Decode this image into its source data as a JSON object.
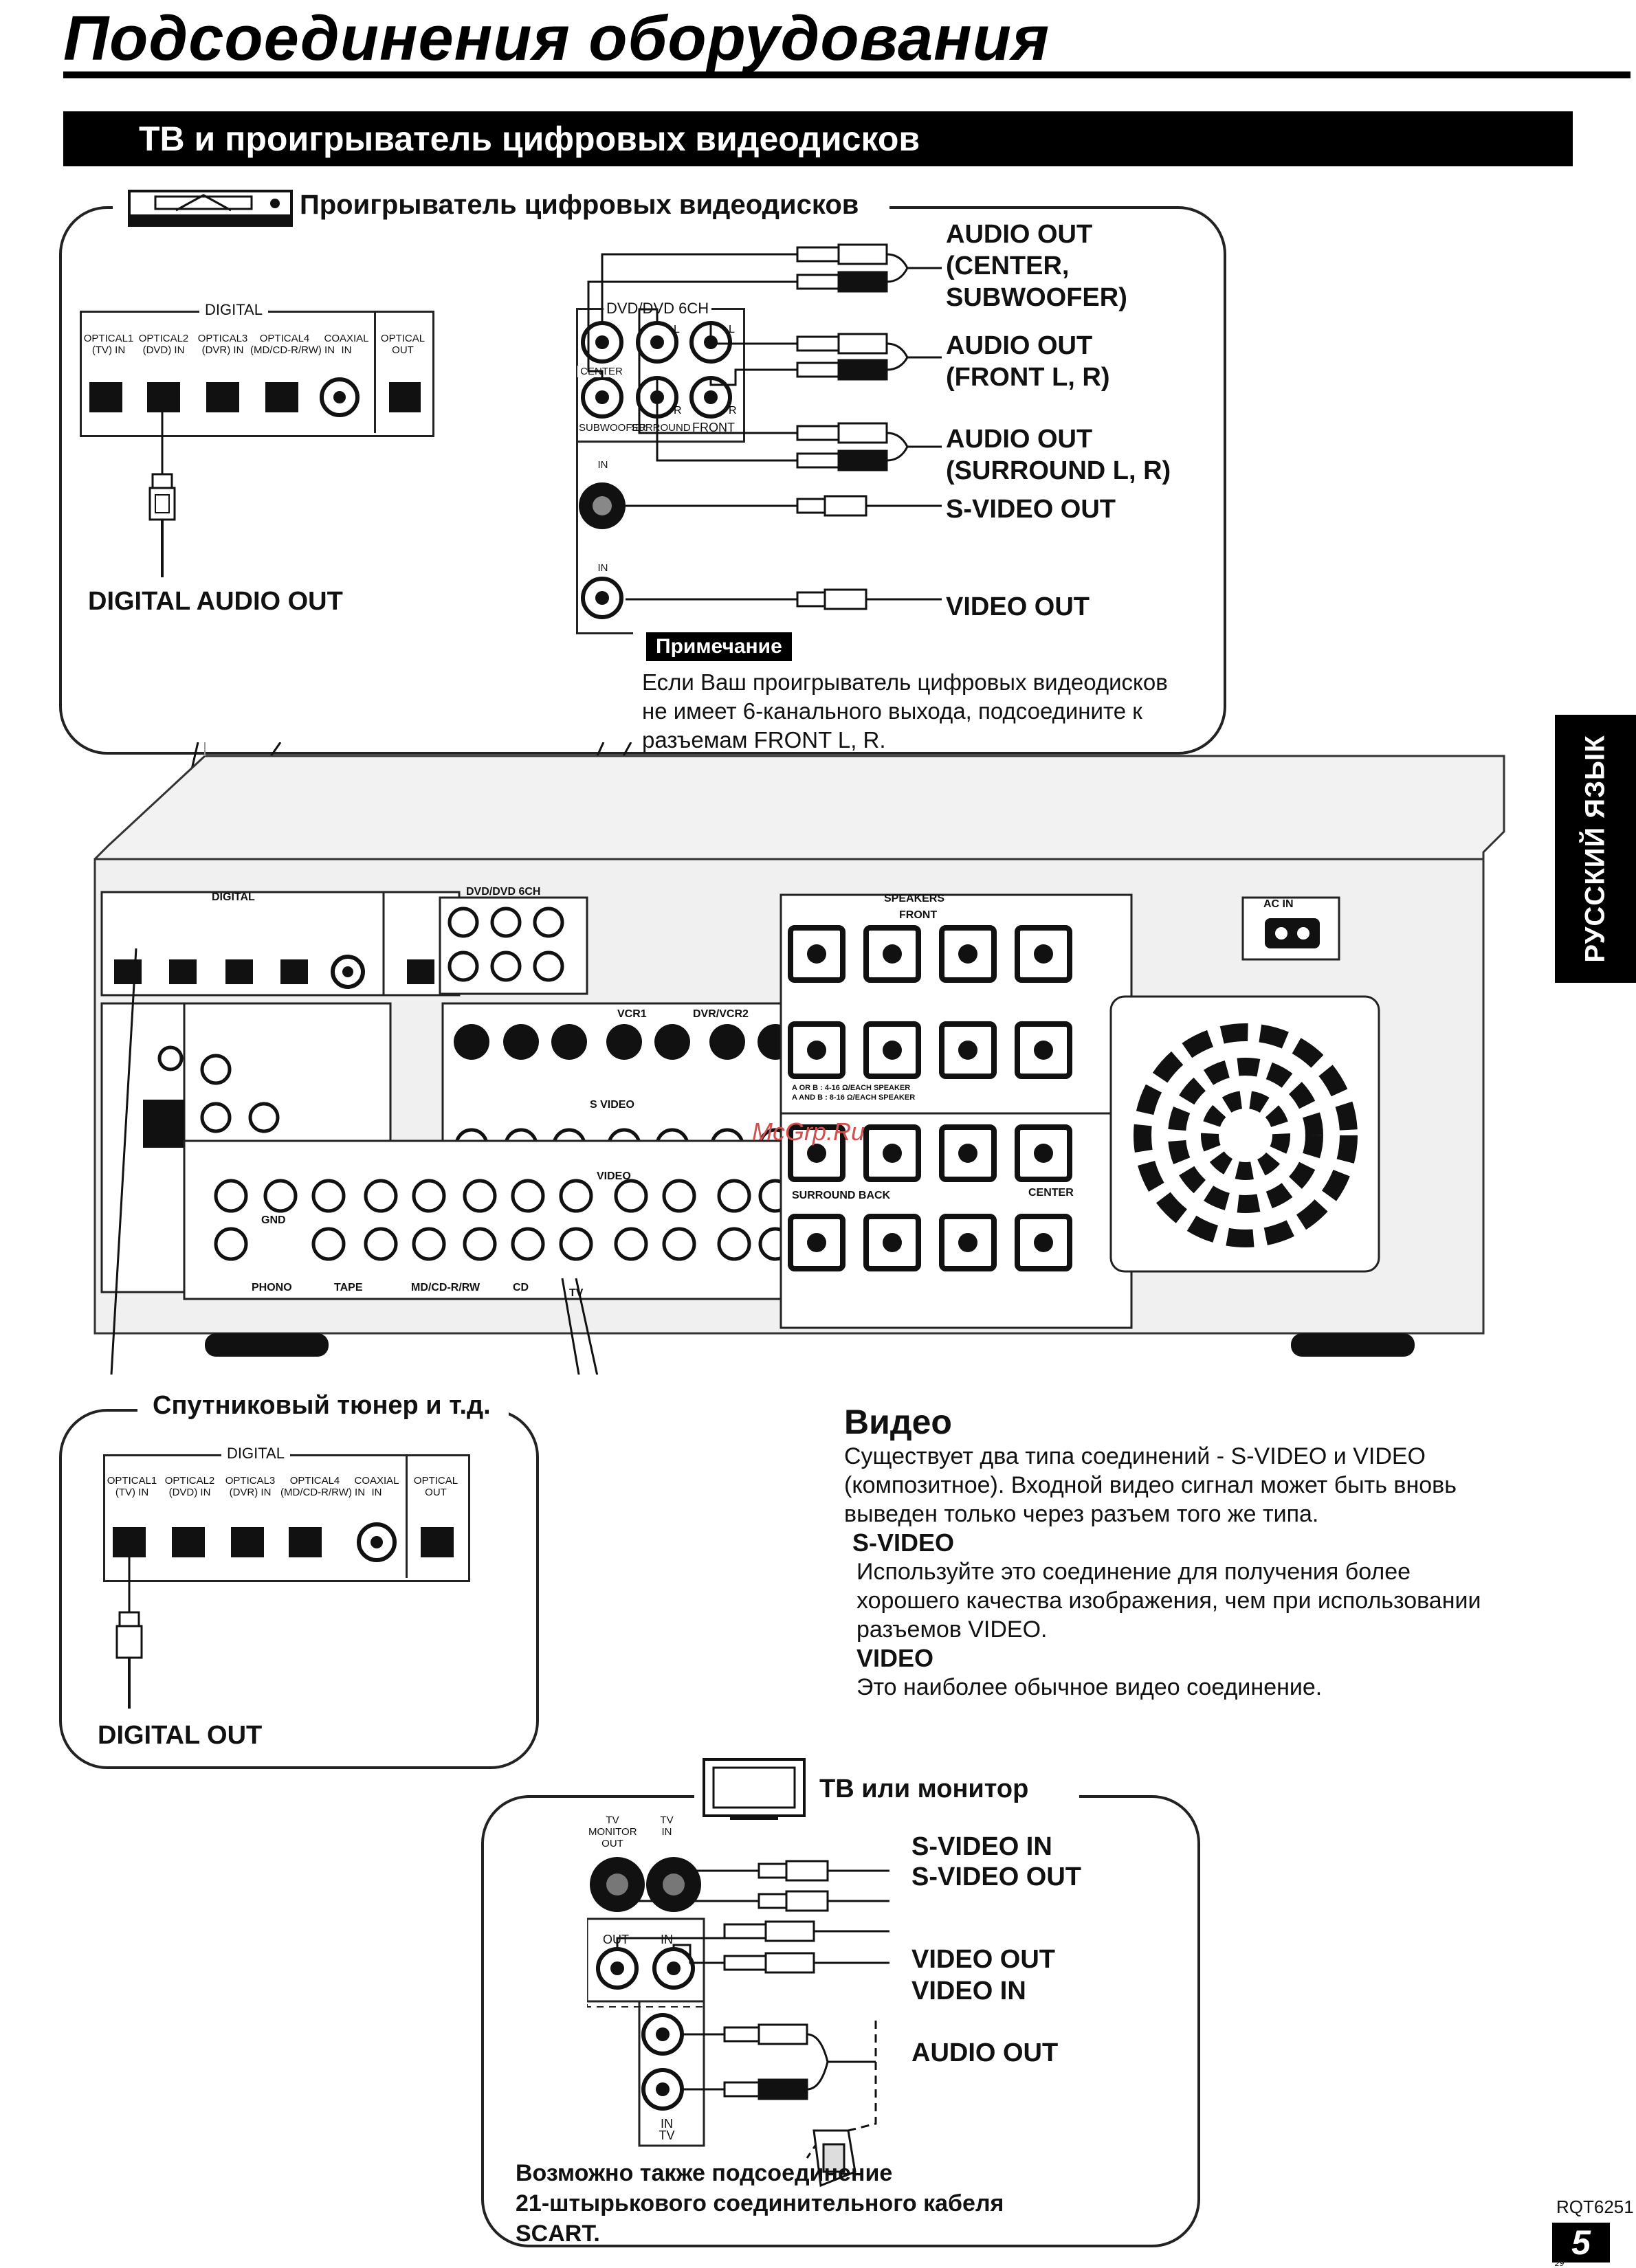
{
  "page": {
    "title": "Подсоединения оборудования",
    "section_title": "ТВ и проигрыватель цифровых видеодисков",
    "side_tab": "РУССКИЙ ЯЗЫК",
    "doc_code": "RQT6251",
    "page_number": "5",
    "small_number": "29",
    "watermark": "McGrp.Ru"
  },
  "dvd_panel": {
    "title": "Проигрыватель цифровых видеодисков",
    "digital_header": "DIGITAL",
    "jacks": [
      {
        "line1": "OPTICAL1",
        "line2": "(TV) IN"
      },
      {
        "line1": "OPTICAL2",
        "line2": "(DVD) IN"
      },
      {
        "line1": "OPTICAL3",
        "line2": "(DVR) IN"
      },
      {
        "line1": "OPTICAL4",
        "line2": "(MD/CD-R/RW) IN"
      },
      {
        "line1": "COAXIAL",
        "line2": "IN"
      },
      {
        "line1": "OPTICAL",
        "line2": "OUT"
      }
    ],
    "digital_audio_out": "DIGITAL AUDIO OUT",
    "dvd6ch_label": "DVD/DVD 6CH",
    "center_label": "CENTER",
    "subwoofer_label": "SUBWOOFER",
    "surround_label": "SURROUND",
    "front_label": "FRONT",
    "in_label": "IN",
    "outputs": {
      "audio_center_1": "AUDIO OUT",
      "audio_center_2": "(CENTER,",
      "audio_center_3": "SUBWOOFER)",
      "audio_front_1": "AUDIO OUT",
      "audio_front_2": "(FRONT L, R)",
      "audio_surround_1": "AUDIO OUT",
      "audio_surround_2": "(SURROUND L, R)",
      "svideo_out": "S-VIDEO OUT",
      "video_out": "VIDEO OUT"
    },
    "note_head": "Примечание",
    "note_lines": [
      "Если Ваш проигрыватель цифровых видеодисков",
      "не имеет 6-канального выхода, подсоедините к",
      "разъемам FRONT L, R."
    ]
  },
  "receiver": {
    "digital": "DIGITAL",
    "dvd6ch": "DVD/DVD 6CH",
    "speakers": "SPEAKERS",
    "front": "FRONT",
    "ac_in": "AC IN",
    "s_video": "S VIDEO",
    "video": "VIDEO",
    "vcr1": "VCR1",
    "dvr_vcr2": "DVR/VCR2",
    "tv": "TV",
    "phono": "PHONO",
    "tape": "TAPE",
    "md": "MD/CD-R/RW",
    "cd": "CD",
    "gnd": "GND",
    "center": "CENTER",
    "surround_back": "SURROUND BACK",
    "impedance_1": "A OR B : 4-16 Ω/EACH SPEAKER",
    "impedance_2": "A AND B : 8-16 Ω/EACH SPEAKER"
  },
  "sat_panel": {
    "title": "Спутниковый тюнер и т.д.",
    "digital_header": "DIGITAL",
    "digital_out": "DIGITAL OUT"
  },
  "video_section": {
    "title": "Видео",
    "intro_lines": [
      "Существует два типа соединений - S-VIDEO и VIDEO",
      "(композитное). Входной видео сигнал может быть вновь",
      "выведен только через разъем того же типа."
    ],
    "svideo_head": "S-VIDEO",
    "svideo_lines": [
      "Используйте это соединение для получения более",
      "хорошего качества изображения, чем при использовании",
      "разъемов VIDEO."
    ],
    "video_head": "VIDEO",
    "video_lines": [
      "Это наиболее обычное видео соединение."
    ]
  },
  "tv_panel": {
    "title": "ТВ или монитор",
    "tv_monitor_out_1": "TV",
    "tv_monitor_out_2": "MONITOR",
    "tv_monitor_out_3": "OUT",
    "tv_in_1": "TV",
    "tv_in_2": "IN",
    "out_label": "OUT",
    "in_label": "IN",
    "in_tv_1": "IN",
    "in_tv_2": "TV",
    "svideo_in": "S-VIDEO IN",
    "svideo_out": "S-VIDEO OUT",
    "video_out": "VIDEO OUT",
    "video_in": "VIDEO IN",
    "audio_out": "AUDIO OUT",
    "scart_lines": [
      "Возможно также подсоединение",
      "21-штырькового соединительного кабеля",
      "SCART."
    ]
  },
  "colors": {
    "ink": "#111111",
    "banner": "#000000",
    "panel_fill": "#ffffff",
    "receiver_fill": "#f2f2f2",
    "watermark": "#d05050"
  },
  "icons": [
    "dvd-player-icon",
    "tv-icon",
    "fan-grille-icon",
    "optical-plug-icon",
    "rca-plug-icon",
    "scart-plug-icon",
    "power-inlet-icon"
  ]
}
